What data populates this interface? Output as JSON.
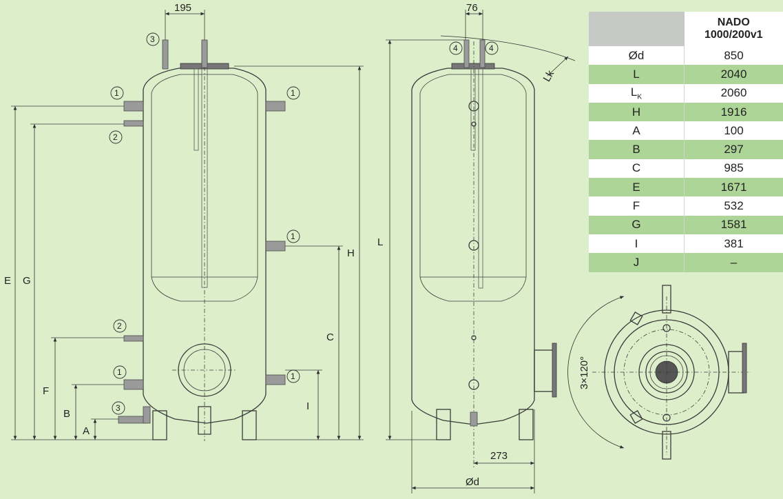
{
  "table": {
    "model_line1": "NADO",
    "model_line2": "1000/200v1",
    "rows": [
      {
        "param": "Ød",
        "value": "850"
      },
      {
        "param": "L",
        "value": "2040"
      },
      {
        "param": "L",
        "sub": "K",
        "value": "2060"
      },
      {
        "param": "H",
        "value": "1916"
      },
      {
        "param": "A",
        "value": "100"
      },
      {
        "param": "B",
        "value": "297"
      },
      {
        "param": "C",
        "value": "985"
      },
      {
        "param": "E",
        "value": "1671"
      },
      {
        "param": "F",
        "value": "532"
      },
      {
        "param": "G",
        "value": "1581"
      },
      {
        "param": "I",
        "value": "381"
      },
      {
        "param": "J",
        "value": "–"
      }
    ]
  },
  "dimensions": {
    "top_width_front": "195",
    "top_width_side": "76",
    "lk": "Lk",
    "side_offset": "273",
    "diameter": "Ød",
    "angle": "3×120°",
    "E": "E",
    "G": "G",
    "F": "F",
    "B": "B",
    "A": "A",
    "H": "H",
    "C": "C",
    "I": "I",
    "L": "L"
  },
  "connections": {
    "c1": "1",
    "c2": "2",
    "c3": "3",
    "c4": "4"
  }
}
